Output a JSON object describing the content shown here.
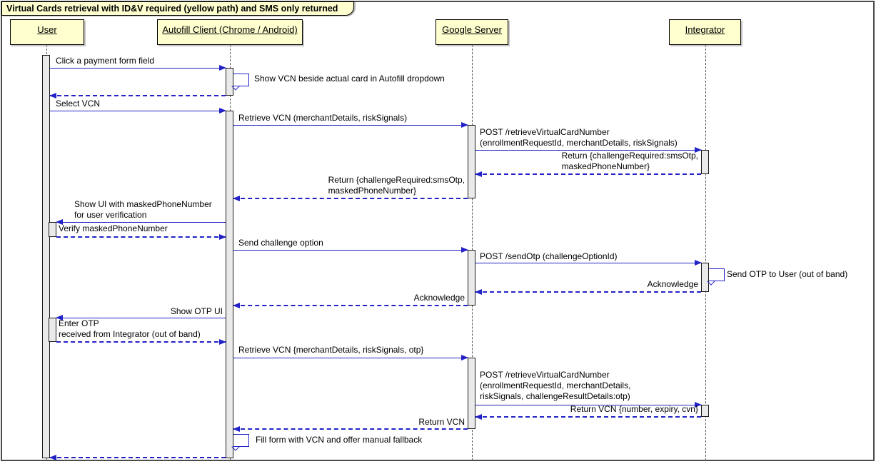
{
  "title": "Virtual Cards retrieval with ID&V required (yellow path) and SMS only returned",
  "participants": [
    {
      "name": "User"
    },
    {
      "name": "Autofill Client (Chrome / Android)"
    },
    {
      "name": "Google Server"
    },
    {
      "name": "Integrator"
    }
  ],
  "colors": {
    "participant_fill": "#FEFECE",
    "border": "#000000",
    "arrow_blue": "#2222C6",
    "activation_fill": "#EAEAEA"
  },
  "messages": [
    {
      "from": "User",
      "to": "Autofill Client",
      "type": "solid",
      "text": "Click a payment form field"
    },
    {
      "from": "Autofill Client",
      "to": "Autofill Client",
      "type": "self",
      "text": "Show VCN beside actual card in Autofill dropdown"
    },
    {
      "from": "Autofill Client",
      "to": "User",
      "type": "return",
      "text": ""
    },
    {
      "from": "User",
      "to": "Autofill Client",
      "type": "solid",
      "text": "Select VCN"
    },
    {
      "from": "Autofill Client",
      "to": "Google Server",
      "type": "solid",
      "text": "Retrieve VCN (merchantDetails, riskSignals)"
    },
    {
      "from": "Google Server",
      "to": "Integrator",
      "type": "solid",
      "text": "POST /retrieveVirtualCardNumber\n(enrollmentRequestId, merchantDetails, riskSignals)"
    },
    {
      "from": "Integrator",
      "to": "Google Server",
      "type": "return",
      "text": "Return {challengeRequired:smsOtp,\nmaskedPhoneNumber}"
    },
    {
      "from": "Google Server",
      "to": "Autofill Client",
      "type": "return",
      "text": "Return {challengeRequired:smsOtp,\nmaskedPhoneNumber}"
    },
    {
      "from": "Autofill Client",
      "to": "User",
      "type": "solid",
      "text": "Show UI with maskedPhoneNumber\nfor user verification"
    },
    {
      "from": "User",
      "to": "Autofill Client",
      "type": "return",
      "text": "Verify maskedPhoneNumber"
    },
    {
      "from": "Autofill Client",
      "to": "Google Server",
      "type": "solid",
      "text": "Send challenge option"
    },
    {
      "from": "Google Server",
      "to": "Integrator",
      "type": "solid",
      "text": "POST /sendOtp (challengeOptionId)"
    },
    {
      "from": "Integrator",
      "to": "Integrator",
      "type": "self",
      "text": "Send OTP to User (out of band)"
    },
    {
      "from": "Integrator",
      "to": "Google Server",
      "type": "return",
      "text": "Acknowledge"
    },
    {
      "from": "Google Server",
      "to": "Autofill Client",
      "type": "return",
      "text": "Acknowledge"
    },
    {
      "from": "Autofill Client",
      "to": "User",
      "type": "solid",
      "text": "Show OTP UI"
    },
    {
      "from": "User",
      "to": "Autofill Client",
      "type": "return",
      "text": "Enter OTP\nreceived from Integrator (out of band)"
    },
    {
      "from": "Autofill Client",
      "to": "Google Server",
      "type": "solid",
      "text": "Retrieve VCN {merchantDetails, riskSignals, otp}"
    },
    {
      "from": "Google Server",
      "to": "Integrator",
      "type": "solid",
      "text": "POST /retrieveVirtualCardNumber\n(enrollmentRequestId, merchantDetails,\nriskSignals, challengeResultDetails:otp)"
    },
    {
      "from": "Integrator",
      "to": "Google Server",
      "type": "return",
      "text": "Return VCN {number, expiry, cvn}"
    },
    {
      "from": "Google Server",
      "to": "Autofill Client",
      "type": "return",
      "text": "Return VCN"
    },
    {
      "from": "Autofill Client",
      "to": "Autofill Client",
      "type": "self",
      "text": "Fill form with VCN and offer manual fallback"
    },
    {
      "from": "Autofill Client",
      "to": "User",
      "type": "return",
      "text": ""
    }
  ]
}
